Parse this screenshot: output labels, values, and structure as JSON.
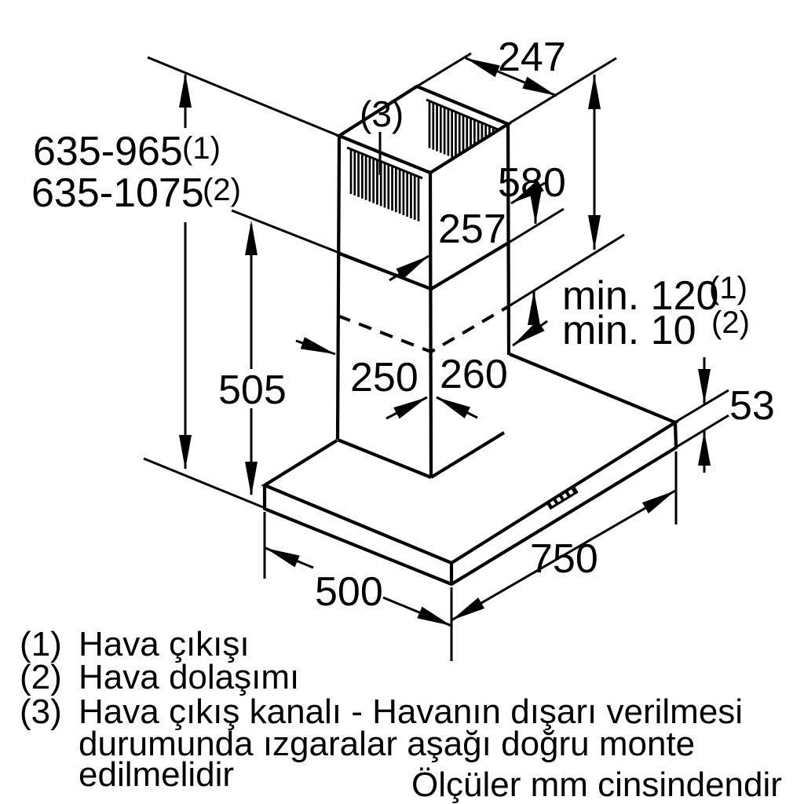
{
  "diagram": {
    "title": "Kitchen hood installation dimension drawing",
    "unit_note": "Ölçüler mm cinsindendir",
    "colors": {
      "line": "#000000",
      "background": "#ffffff"
    },
    "dims": {
      "total_height_exhaust": "635-965",
      "total_height_exhaust_note": "(1)",
      "total_height_recirc": "635-1075",
      "total_height_recirc_note": "(2)",
      "chimney_top_depth": "247",
      "upper_chimney_height": "580",
      "chimney_joint_width": "257",
      "min_overlap_exhaust": "min. 120",
      "min_overlap_exhaust_note": "(1)",
      "min_overlap_recirc": "min. 10",
      "min_overlap_recirc_note": "(2)",
      "hood_bottom_to_lower_chimney_top": "505",
      "chimney_base_depth": "250",
      "chimney_base_width": "260",
      "hood_body_height": "53",
      "hood_width": "750",
      "hood_depth": "500",
      "vent_callout": "(3)"
    },
    "legend": {
      "items": [
        {
          "num": "(1)",
          "lines": [
            "Hava çıkışı"
          ]
        },
        {
          "num": "(2)",
          "lines": [
            "Hava dolaşımı"
          ]
        },
        {
          "num": "(3)",
          "lines": [
            "Hava çıkış kanalı - Havanın dışarı verilmesi",
            "durumunda ızgaralar aşağı doğru monte",
            "edilmelidir"
          ]
        }
      ],
      "note": "Ölçüler mm cinsindendir"
    }
  }
}
